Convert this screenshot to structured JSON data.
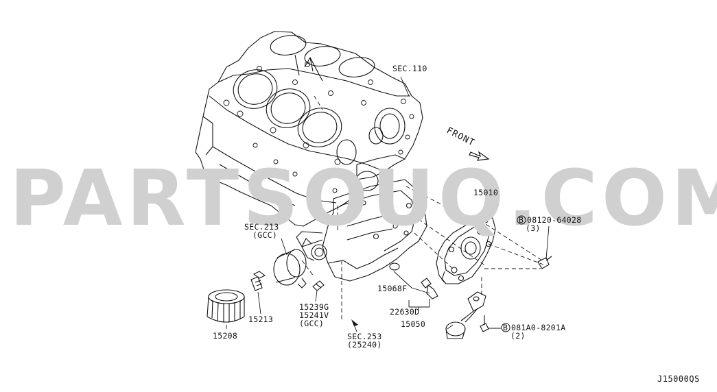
{
  "watermark": "PARTSOUQ.COM",
  "diagram_code": "J15000QS",
  "front_label": "FRONT",
  "callouts": {
    "sec110": "SEC.110",
    "sec213": "SEC.213",
    "sec213_sub": "(GCC)",
    "p15010": "15010",
    "bolt1": "08120-64028",
    "bolt1_qty": "(3)",
    "bolt_marker": "B",
    "p15068f": "15068F",
    "p22630d": "22630D",
    "p15050": "15050",
    "bolt2": "081A0-8201A",
    "bolt2_qty": "(2)",
    "p15208": "15208",
    "p15213": "15213",
    "p15239g": "15239G",
    "p15241v": "15241V",
    "p15241v_sub": "(GCC)",
    "sec253": "SEC.253",
    "sec253_sub": "(25240)"
  },
  "colors": {
    "ink": "#111111",
    "watermark": "#d0d0d0",
    "background": "#ffffff"
  }
}
